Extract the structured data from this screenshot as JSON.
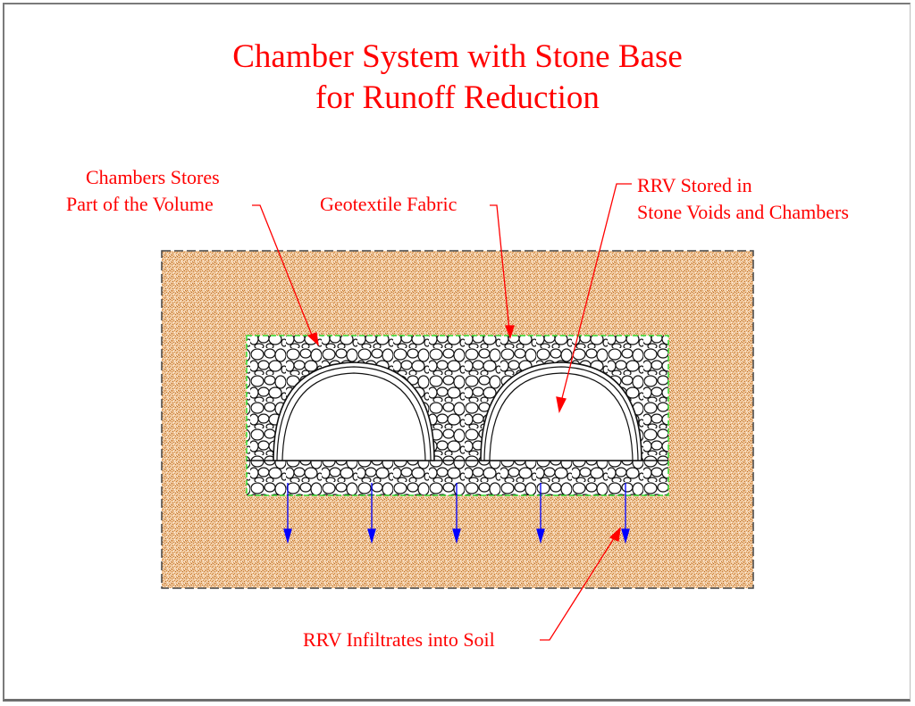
{
  "title": {
    "line1": "Chamber System with Stone Base",
    "line2": "for Runoff Reduction"
  },
  "labels": {
    "chambers_store": {
      "line1": "Chambers Stores",
      "line2": "Part of the Volume"
    },
    "geotextile": "Geotextile Fabric",
    "rrv_stored": {
      "line1": "RRV Stored in",
      "line2": "Stone Voids and Chambers"
    },
    "rrv_infiltrates": "RRV Infiltrates into Soil"
  },
  "components": {
    "soil": "native soil",
    "stone": "stone base",
    "chambers": [
      "chamber-left",
      "chamber-right"
    ],
    "infiltration_arrow_count": 5
  },
  "colors": {
    "annotation": "#ff0000",
    "soil": "#d99a5a",
    "geotextile": "#33dd33",
    "infiltration_arrow": "#0000ff",
    "stone_outline": "#111111",
    "frame": "#7a7a7a"
  }
}
